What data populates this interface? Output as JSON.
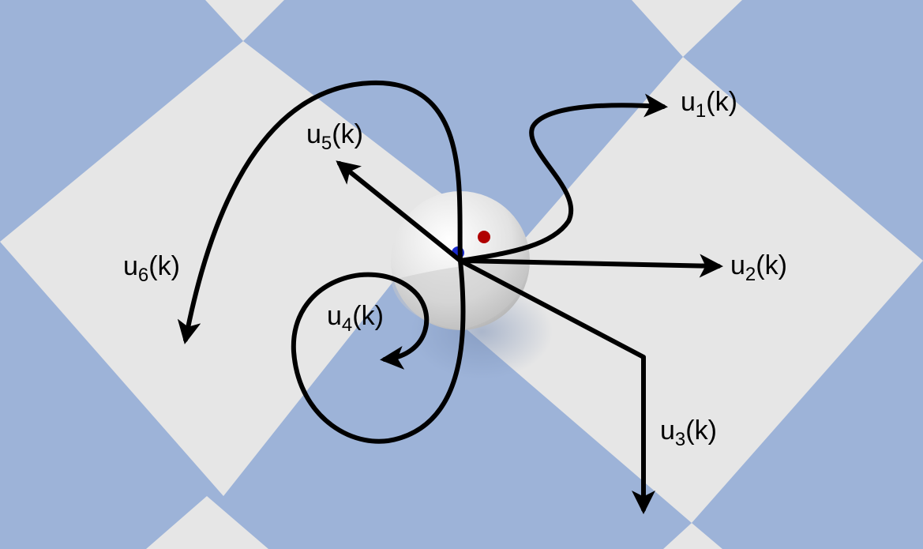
{
  "trajectories": [
    {
      "base": "u",
      "index": "1",
      "suffix": "(k)"
    },
    {
      "base": "u",
      "index": "2",
      "suffix": "(k)"
    },
    {
      "base": "u",
      "index": "3",
      "suffix": "(k)"
    },
    {
      "base": "u",
      "index": "4",
      "suffix": "(k)"
    },
    {
      "base": "u",
      "index": "5",
      "suffix": "(k)"
    },
    {
      "base": "u",
      "index": "6",
      "suffix": "(k)"
    }
  ],
  "colors": {
    "floor_blue": "#9db3d8",
    "floor_light": "#e6e6e6",
    "arrow": "#000000",
    "marker_red": "#b00000",
    "marker_blue": "#1a2bd0"
  }
}
